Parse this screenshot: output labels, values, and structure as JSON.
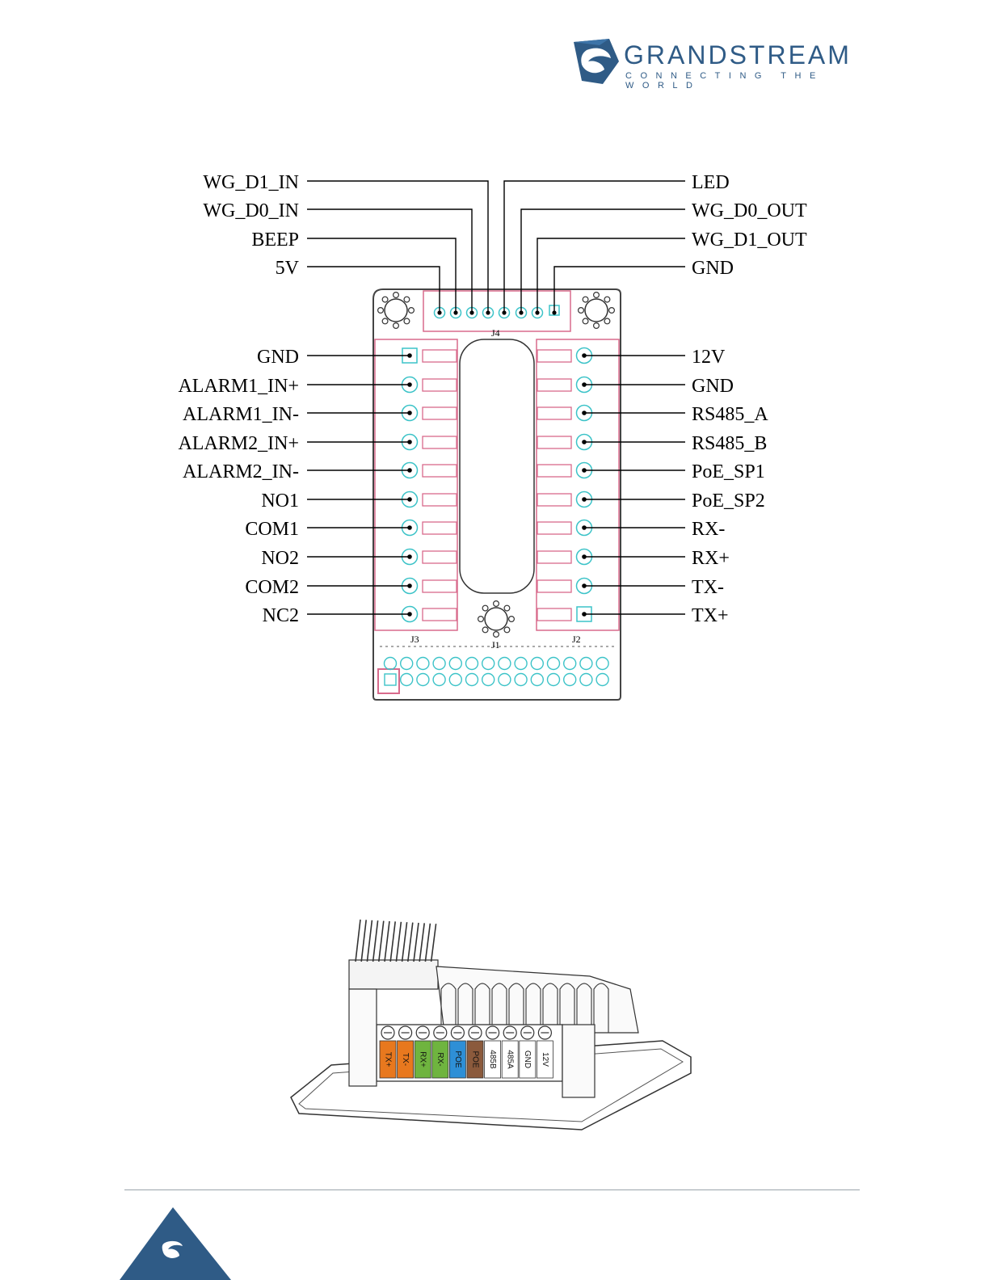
{
  "header": {
    "brand_name": "GRANDSTREAM",
    "brand_tagline": "CONNECTING THE WORLD"
  },
  "diagram": {
    "connector_labels": {
      "j4": "J4",
      "j3": "J3",
      "j1": "J1",
      "j2": "J2"
    },
    "j4_left_pins": [
      "WG_D1_IN",
      "WG_D0_IN",
      "BEEP",
      "5V"
    ],
    "j4_right_pins": [
      "LED",
      "WG_D0_OUT",
      "WG_D1_OUT",
      "GND"
    ],
    "j3_pins": [
      "GND",
      "ALARM1_IN+",
      "ALARM1_IN-",
      "ALARM2_IN+",
      "ALARM2_IN-",
      "NO1",
      "COM1",
      "NO2",
      "COM2",
      "NC2"
    ],
    "j2_pins": [
      "12V",
      "GND",
      "RS485_A",
      "RS485_B",
      "PoE_SP1",
      "PoE_SP2",
      "RX-",
      "RX+",
      "TX-",
      "TX+"
    ]
  },
  "photo": {
    "terminal_labels": [
      "TX+",
      "TX-",
      "RX+",
      "RX-",
      "POE",
      "POE",
      "485B",
      "485A",
      "GND",
      "12V"
    ],
    "terminal_colors": [
      "#e8781e",
      "#e8781e",
      "#6fb43f",
      "#6fb43f",
      "#2e8fd6",
      "#8b5a3c",
      "#ffffff",
      "#ffffff",
      "#ffffff",
      "#ffffff"
    ]
  },
  "colors": {
    "brand_blue": "#2f5b86",
    "pcb_outline": "#d86a8c",
    "pad_cyan": "#3cc3c8"
  }
}
